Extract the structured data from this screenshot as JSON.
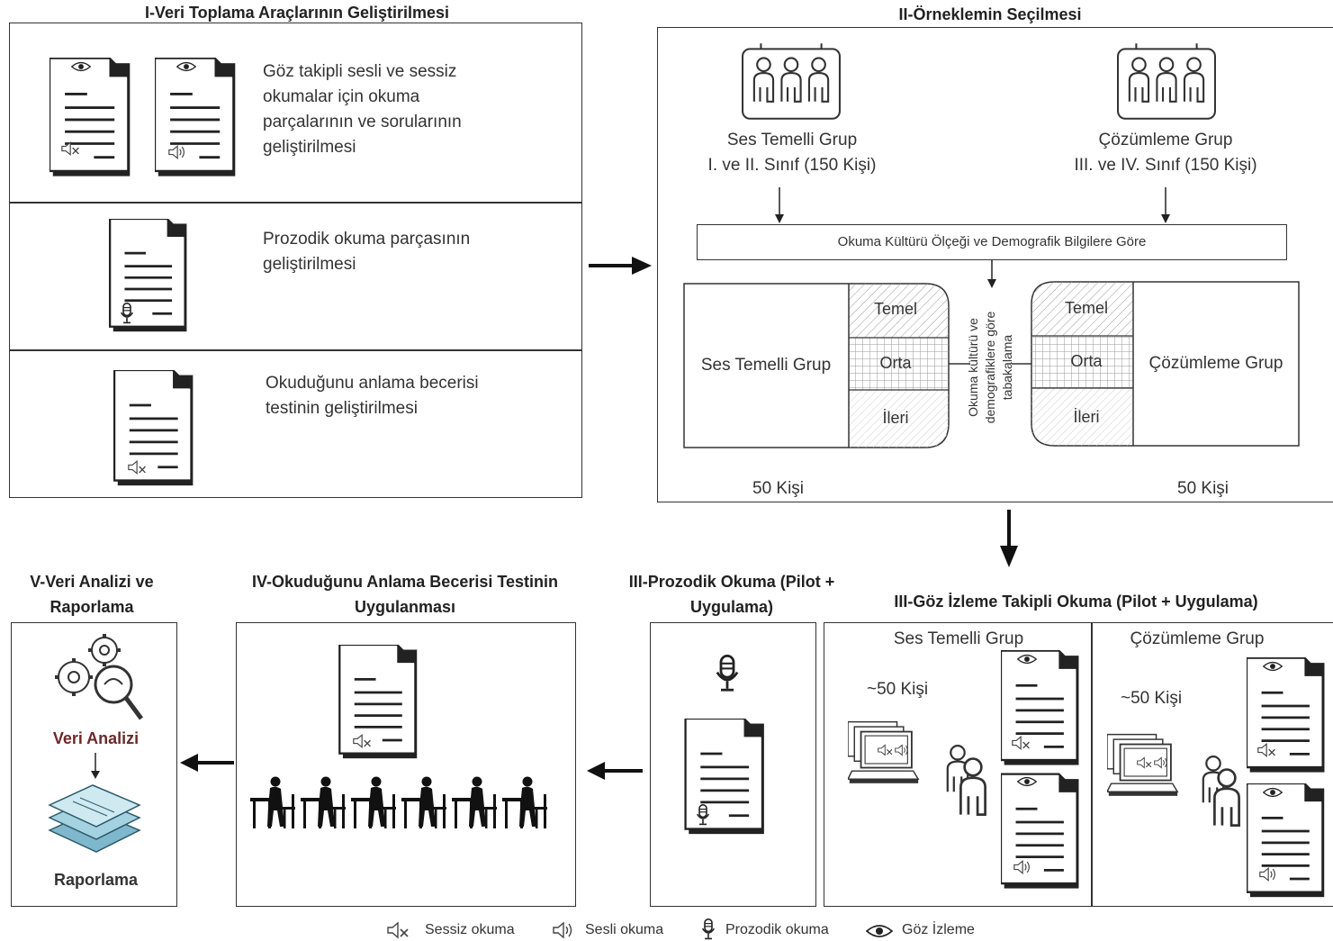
{
  "section1": {
    "title": "I-Veri Toplama Araçlarının Geliştirilmesi",
    "row1_text": "Göz takipli sesli ve sessiz okumalar için okuma parçalarının ve sorularının geliştirilmesi",
    "row2_text": "Prozodik okuma parçasının geliştirilmesi",
    "row3_text": "Okuduğunu anlama becerisi testinin geliştirilmesi"
  },
  "section2": {
    "title": "II-Örneklemin Seçilmesi",
    "group_left_name": "Ses Temelli Grup",
    "group_left_classes": "I. ve II. Sınıf (150 Kişi)",
    "group_right_name": "Çözümleme Grup",
    "group_right_classes": "III. ve IV. Sınıf (150 Kişi)",
    "criteria": "Okuma Kültürü Ölçeği ve Demografik Bilgilere Göre",
    "levels": [
      "Temel",
      "Orta",
      "İleri"
    ],
    "stratify_label": "Okuma kültürü ve demografiklere göre tabakalama",
    "left_count": "50 Kişi",
    "right_count": "50 Kişi"
  },
  "section3a": {
    "title": "III-Göz İzleme Takipli Okuma (Pilot + Uygulama)",
    "left_group": "Ses Temelli Grup",
    "right_group": "Çözümleme Grup",
    "left_count": "~50 Kişi",
    "right_count": "~50 Kişi"
  },
  "section3b": {
    "title": "III-Prozodik Okuma (Pilot + Uygulama)"
  },
  "section4": {
    "title": "IV-Okuduğunu Anlama Becerisi Testinin Uygulanması"
  },
  "section5": {
    "title": "V-Veri Analizi ve Raporlama",
    "analysis_label": "Veri Analizi",
    "report_label": "Raporlama"
  },
  "legend": {
    "silent": "Sessiz okuma",
    "aloud": "Sesli okuma",
    "prosodic": "Prozodik okuma",
    "eye": "Göz İzleme"
  },
  "icons": [
    "document-icon",
    "eye-icon",
    "speaker-mute-icon",
    "speaker-icon",
    "microphone-icon",
    "group-icon",
    "computer-icon",
    "person-icon",
    "gears-icon",
    "layers-icon",
    "student-desk-icon"
  ],
  "colors": {
    "line": "#333333",
    "accent": "#6b2a2a"
  }
}
